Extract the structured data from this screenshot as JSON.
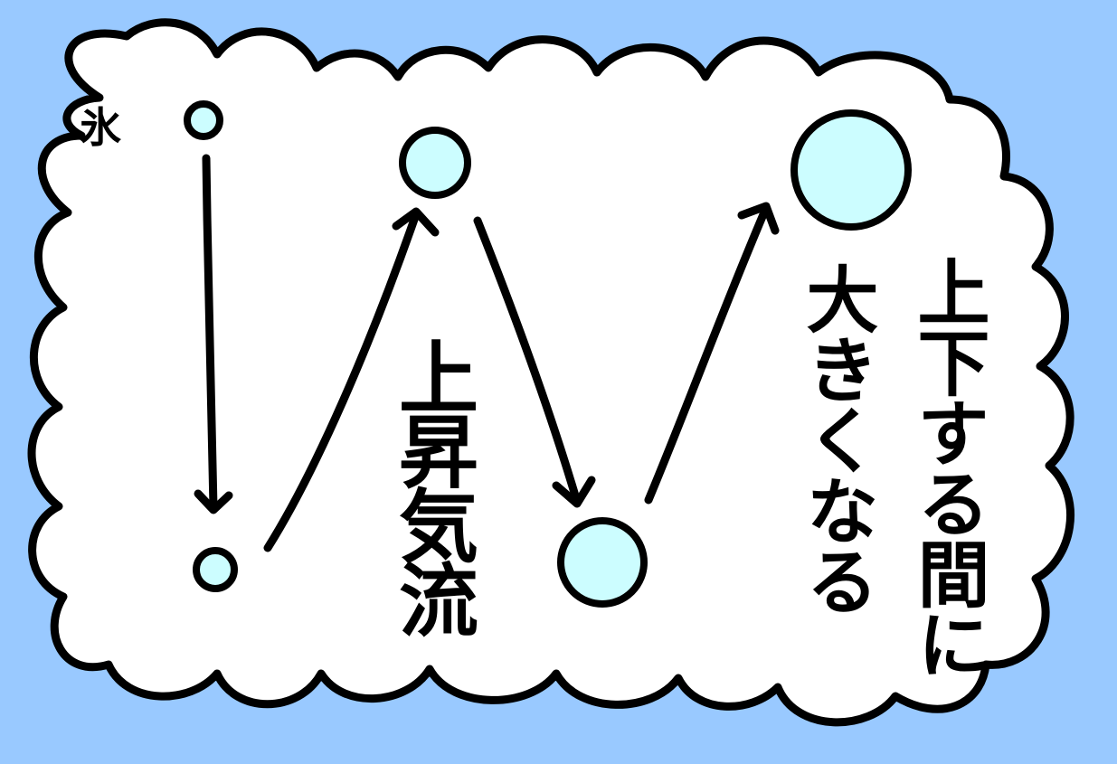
{
  "colors": {
    "background": "#99c9ff",
    "cloud_fill": "#ffffff",
    "ice_fill": "#ccfdff",
    "stroke": "#000000"
  },
  "labels": {
    "ice": "氷",
    "updraft": "上昇気流",
    "caption_line1": "上下する間に",
    "caption_line2": "大きくなる"
  }
}
